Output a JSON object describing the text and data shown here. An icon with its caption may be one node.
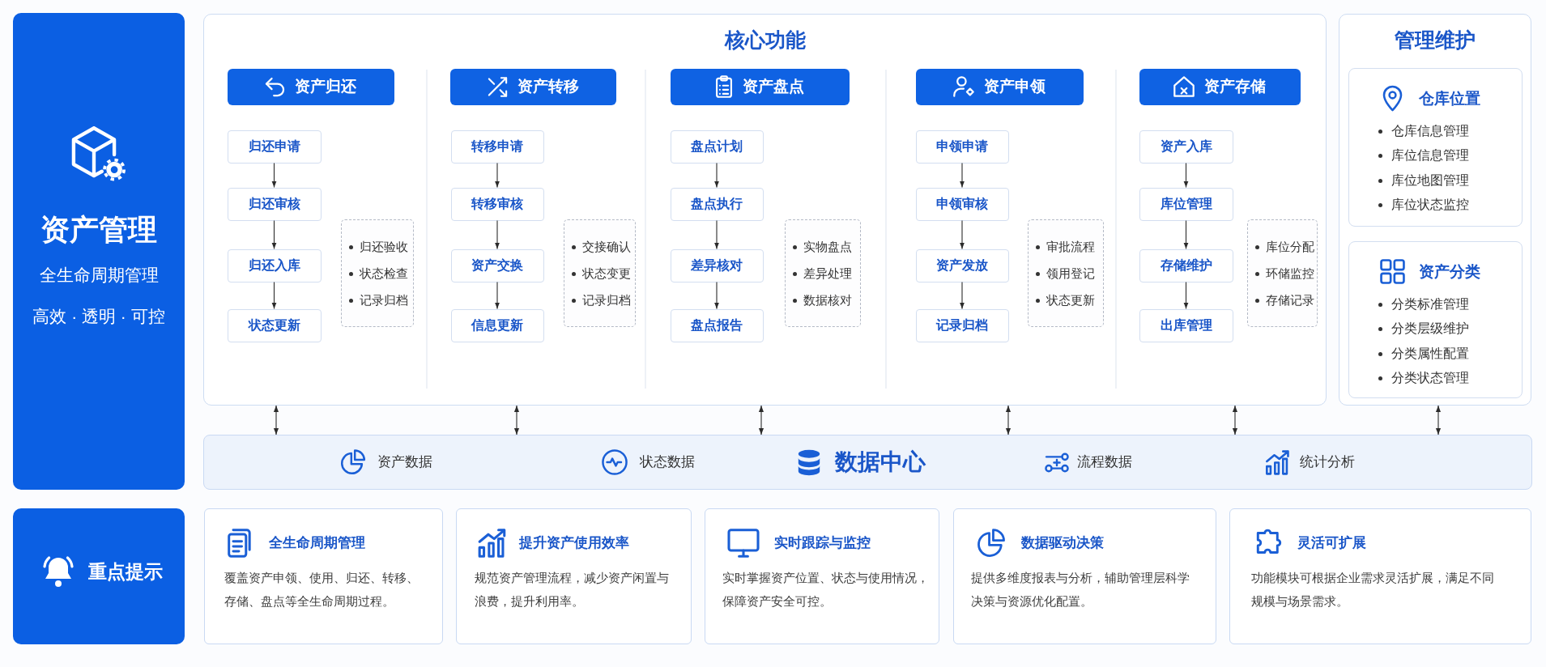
{
  "diagram": {
    "nodes": [
      {
        "text": [
          "资产管理",
          "全生命周期管理",
          "高效 · 透明 · 可控"
        ]
      },
      {
        "text": [
          "核心功能"
        ]
      },
      {
        "text": [
          "资产归还"
        ],
        "in": 1
      },
      {
        "text": [
          "归还申请"
        ],
        "in": 1
      },
      {
        "text": [
          "归还审核"
        ],
        "in": 1
      },
      {
        "text": [
          "归还入库"
        ],
        "in": 1
      },
      {
        "text": [
          "状态更新"
        ],
        "in": 1
      },
      {
        "text": [
          "归还验收",
          "状态检查",
          "记录归档"
        ],
        "in": 1
      },
      {
        "text": [
          "资产转移"
        ],
        "in": 1
      },
      {
        "text": [
          "转移申请"
        ],
        "in": 1
      },
      {
        "text": [
          "转移审核"
        ],
        "in": 1
      },
      {
        "text": [
          "资产交换"
        ],
        "in": 1
      },
      {
        "text": [
          "信息更新"
        ],
        "in": 1
      },
      {
        "text": [
          "交接确认",
          "状态变更",
          "记录归档"
        ],
        "in": 1
      },
      {
        "text": [
          "资产盘点"
        ],
        "in": 1
      },
      {
        "text": [
          "盘点计划"
        ],
        "in": 1
      },
      {
        "text": [
          "盘点执行"
        ],
        "in": 1
      },
      {
        "text": [
          "差异核对"
        ],
        "in": 1
      },
      {
        "text": [
          "盘点报告"
        ],
        "in": 1
      },
      {
        "text": [
          "实物盘点",
          "差异处理",
          "数据核对"
        ],
        "in": 1
      },
      {
        "text": [
          "资产申领"
        ],
        "in": 1
      },
      {
        "text": [
          "申领申请"
        ],
        "in": 1
      },
      {
        "text": [
          "申领审核"
        ],
        "in": 1
      },
      {
        "text": [
          "资产发放"
        ],
        "in": 1
      },
      {
        "text": [
          "记录归档"
        ],
        "in": 1
      },
      {
        "text": [
          "审批流程",
          "领用登记",
          "状态更新"
        ],
        "in": 1
      },
      {
        "text": [
          "资产存储"
        ],
        "in": 1
      },
      {
        "text": [
          "资产入库"
        ],
        "in": 1
      },
      {
        "text": [
          "库位管理"
        ],
        "in": 1
      },
      {
        "text": [
          "存储维护"
        ],
        "in": 1
      },
      {
        "text": [
          "出库管理"
        ],
        "in": 1
      },
      {
        "text": [
          "库位分配",
          "环储监控",
          "存储记录"
        ],
        "in": 1
      },
      {
        "text": [
          "管理维护"
        ]
      },
      {
        "text": [
          "仓库位置",
          "仓库信息管理",
          "库位信息管理",
          "库位地图管理",
          "库位状态监控"
        ],
        "in": 32
      },
      {
        "text": [
          "资产分类",
          "分类标准管理",
          "分类层级维护",
          "分类属性配置",
          "分类状态管理"
        ],
        "in": 32
      },
      {
        "text": [
          "资产数据",
          "状态数据",
          "数据中心",
          "流程数据",
          "统计分析"
        ]
      },
      {
        "text": [
          "重点提示"
        ]
      },
      {
        "text": [
          "全生命周期管理",
          "覆盖资产申领、使用、归还、转移、存储、盘点等全生命周期过程。"
        ]
      },
      {
        "text": [
          "提升资产使用效率",
          "规范资产管理流程，减少资产闲置与浪费，提升利用率。"
        ]
      },
      {
        "text": [
          "实时跟踪与监控",
          "实时掌握资产位置、状态与使用情况，保障资产安全可控。"
        ]
      },
      {
        "text": [
          "数据驱动决策",
          "提供多维度报表与分析，辅助管理层科学决策与资源优化配置。"
        ]
      },
      {
        "text": [
          "灵活可扩展",
          "功能模块可根据企业需求灵活扩展，满足不同规模与场景需求。"
        ]
      }
    ],
    "edges": [
      {
        "from": 3,
        "to": 4,
        "arrow": "to"
      },
      {
        "from": 4,
        "to": 5,
        "arrow": "to"
      },
      {
        "from": 5,
        "to": 6,
        "arrow": "to"
      },
      {
        "from": 9,
        "to": 10,
        "arrow": "to"
      },
      {
        "from": 10,
        "to": 11,
        "arrow": "to"
      },
      {
        "from": 11,
        "to": 12,
        "arrow": "to"
      },
      {
        "from": 15,
        "to": 16,
        "arrow": "to"
      },
      {
        "from": 16,
        "to": 17,
        "arrow": "to"
      },
      {
        "from": 17,
        "to": 18,
        "arrow": "to"
      },
      {
        "from": 21,
        "to": 22,
        "arrow": "to"
      },
      {
        "from": 22,
        "to": 23,
        "arrow": "to"
      },
      {
        "from": 23,
        "to": 24,
        "arrow": "to"
      },
      {
        "from": 27,
        "to": 28,
        "arrow": "to"
      },
      {
        "from": 28,
        "to": 29,
        "arrow": "to"
      },
      {
        "from": 29,
        "to": 30,
        "arrow": "to"
      },
      {
        "from": 1,
        "to": 35,
        "arrow": "both"
      },
      {
        "from": 1,
        "to": 35,
        "arrow": "both"
      },
      {
        "from": 1,
        "to": 35,
        "arrow": "both"
      },
      {
        "from": 1,
        "to": 35,
        "arrow": "both"
      },
      {
        "from": 1,
        "to": 35,
        "arrow": "both"
      },
      {
        "from": 32,
        "to": 35,
        "arrow": "both"
      }
    ]
  }
}
